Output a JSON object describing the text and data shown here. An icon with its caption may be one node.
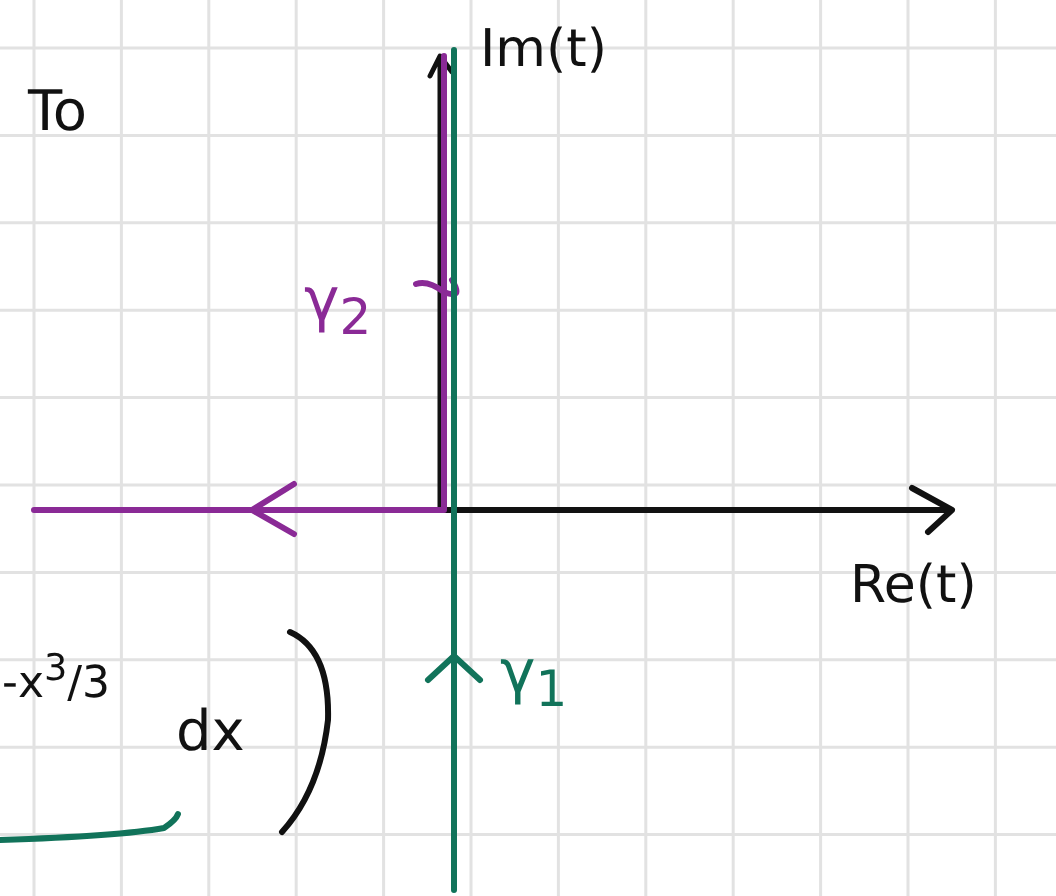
{
  "diagram": {
    "labels": [
      "To",
      "Im(t)",
      "γ$_{2}$",
      "Re(t)",
      "-x$^{3}$/3",
      "dx",
      "γ$_{1}$"
    ]
  }
}
